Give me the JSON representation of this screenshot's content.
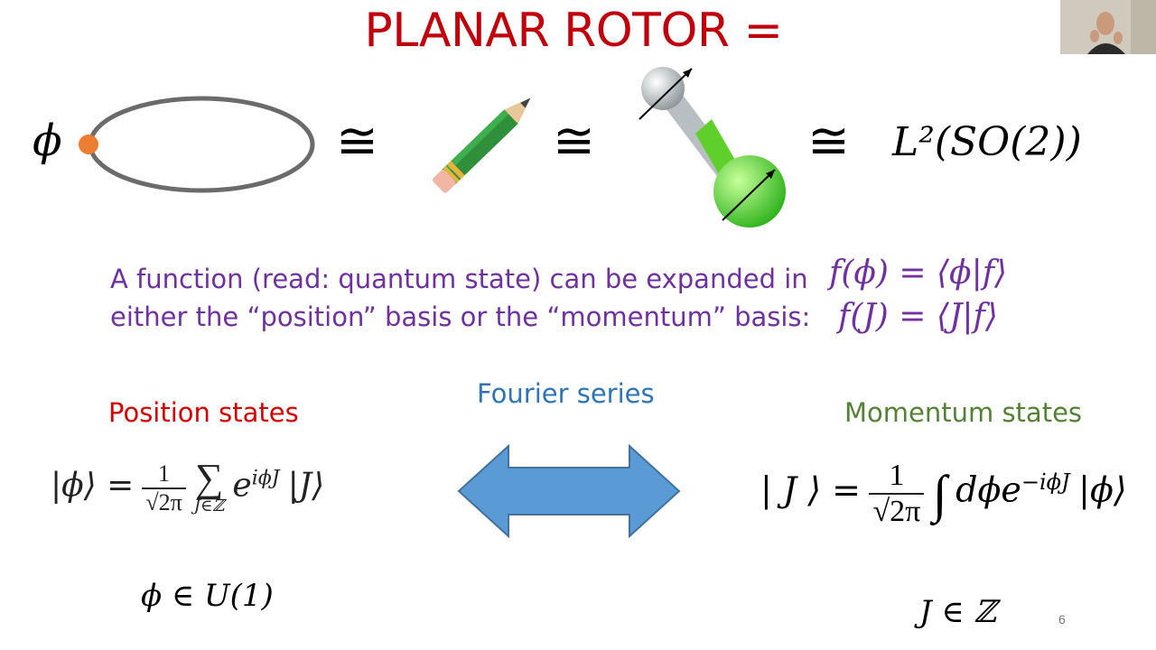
{
  "title": "PLANAR ROTOR =",
  "top_row": {
    "phi_symbol": "ϕ",
    "cong_symbol": "≅",
    "rhs": "L²(SO(2))"
  },
  "description": {
    "line1": "A function (read: quantum state) can be expanded in",
    "line2": "either the “position” basis or the “momentum” basis:"
  },
  "equations": {
    "f_phi": "f(ϕ) = ⟨ϕ|f⟩",
    "f_J": "f(J) = ⟨J|f⟩"
  },
  "fourier_label": "Fourier series",
  "position": {
    "label": "Position states",
    "ket": "|ϕ⟩ =",
    "frac_num": "1",
    "frac_den": "√2π",
    "sum": "∑",
    "sum_sub": "J∈ℤ",
    "term": "e",
    "exp": "iϕJ",
    "ket_J": "|J⟩",
    "domain": "ϕ ∈ U(1)"
  },
  "momentum": {
    "label": "Momentum states",
    "ket": "| J ⟩ =",
    "frac_num": "1",
    "frac_den": "√2π",
    "integral": "∫",
    "integrand": "dϕe",
    "exp": "−iϕJ",
    "ket_phi": "|ϕ⟩",
    "domain": "J ∈ ℤ"
  },
  "colors": {
    "title": "#c0000b",
    "purple": "#7030a0",
    "position_label": "#d60000",
    "momentum_label": "#548235",
    "fourier_label": "#2e75b6",
    "arrow": "#5b9bd5"
  },
  "page_number": "6"
}
